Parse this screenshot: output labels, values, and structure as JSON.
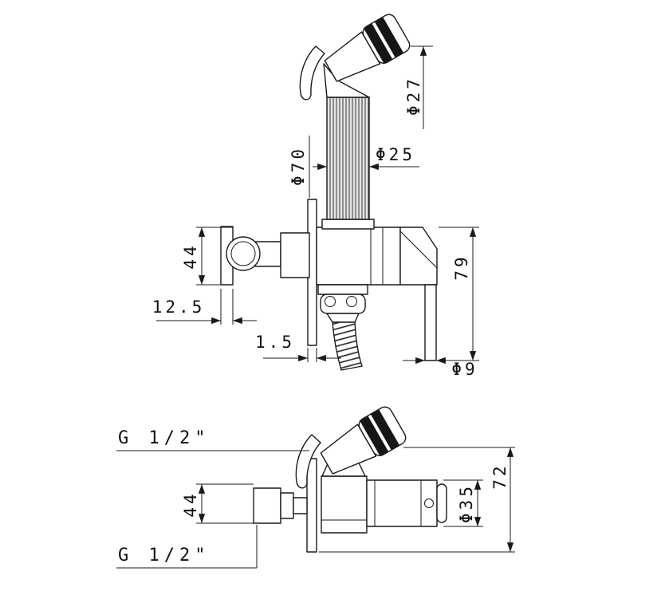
{
  "page": {
    "background": "#ffffff",
    "line_color": "#1a1a1a",
    "cap_band_color": "#161616",
    "handle_fill": "#e3e3e3"
  },
  "front_view": {
    "labels": {
      "head_diameter": "Φ27",
      "rosette_diameter": "Φ70",
      "handle_diameter": "Φ25",
      "holder_height": "44",
      "wall_offset": "12.5",
      "plate_thickness": "1.5",
      "drop_length": "79",
      "hose_diameter": "Φ9"
    }
  },
  "side_view": {
    "labels": {
      "top_connection": "G 1/2\"",
      "holder_height": "44",
      "bottom_connection": "G 1/2\"",
      "body_diameter": "Φ35",
      "depth": "72"
    }
  }
}
